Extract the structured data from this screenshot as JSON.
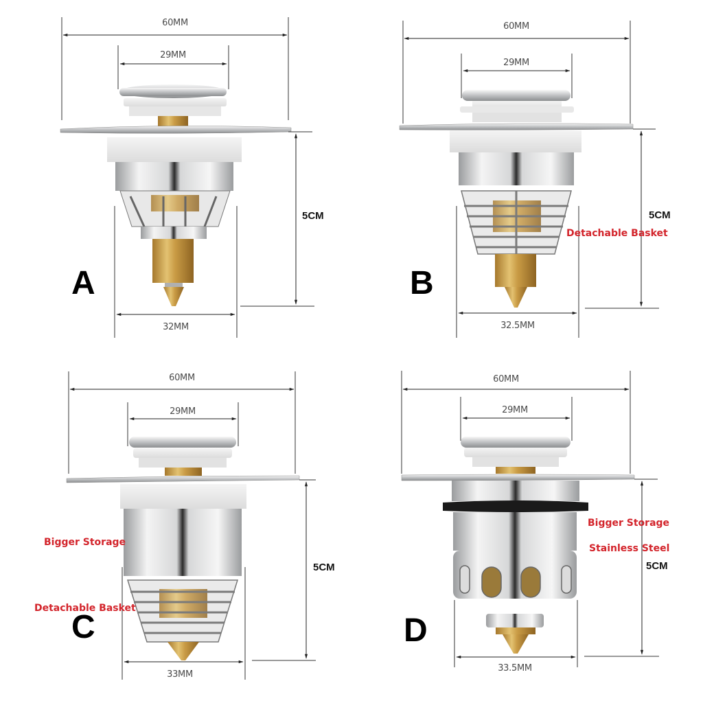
{
  "panels": [
    {
      "id": "A",
      "letter": "A",
      "flange_width": "60MM",
      "cap_width": "29MM",
      "height": "5CM",
      "body_width": "32MM",
      "feature_labels": []
    },
    {
      "id": "B",
      "letter": "B",
      "flange_width": "60MM",
      "cap_width": "29MM",
      "height": "5CM",
      "body_width": "32.5MM",
      "feature_labels": [
        "Detachable Basket"
      ]
    },
    {
      "id": "C",
      "letter": "C",
      "flange_width": "60MM",
      "cap_width": "29MM",
      "height": "5CM",
      "body_width": "33MM",
      "feature_labels": [
        "Bigger Storage",
        "Detachable Basket"
      ]
    },
    {
      "id": "D",
      "letter": "D",
      "flange_width": "60MM",
      "cap_width": "29MM",
      "height": "5CM",
      "body_width": "33.5MM",
      "feature_labels": [
        "Bigger Storage",
        "Stainless Steel"
      ]
    }
  ],
  "colors": {
    "feature_label": "#d3242b",
    "dimension_line": "#333333",
    "chrome": "#c8cacc",
    "brass": "#c9a24a",
    "white_plastic": "#ececec",
    "rubber_seal": "#1a1a1a"
  }
}
